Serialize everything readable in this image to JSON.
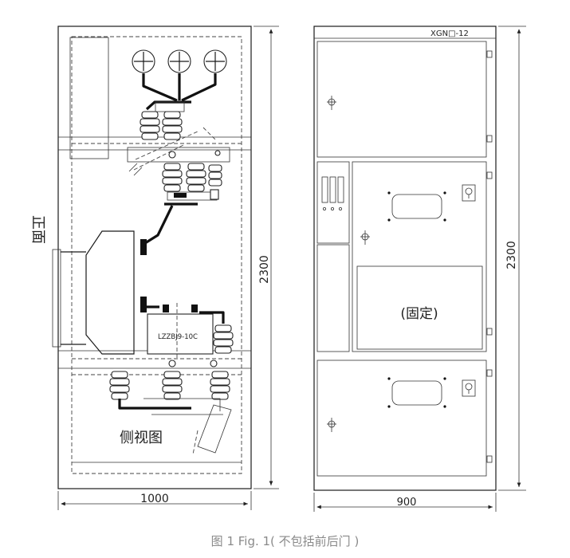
{
  "side_view": {
    "front_label": "正面",
    "title": "侧视图",
    "ct_label": "LZZBJ9-10C",
    "height_dim": "2300",
    "width_dim": "1000"
  },
  "front_view": {
    "model_label": "XGN□-12",
    "fixed_label": "(固定)",
    "height_dim": "2300",
    "width_dim": "900"
  },
  "caption": "图 1 Fig. 1( 不包括前后门 )"
}
